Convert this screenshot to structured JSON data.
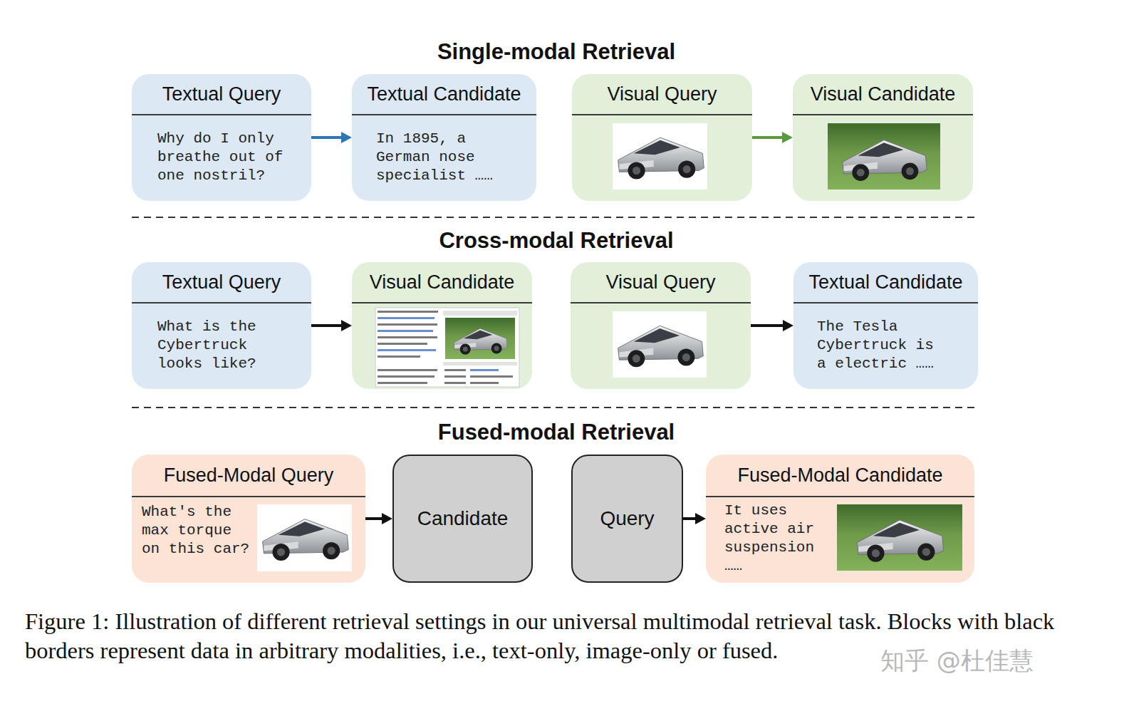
{
  "diagram": {
    "caption": "Figure 1: Illustration of different retrieval settings in our universal multimodal retrieval task. Blocks with black borders represent data in arbitrary modalities, i.e., text-only, image-only or fused.",
    "nodes": [
      {
        "text": [
          "Textual Query",
          "Why do I only breathe out of one nostril?"
        ]
      },
      {
        "text": [
          "Textual Candidate",
          "In 1895, a German nose specialist ……"
        ]
      },
      {
        "text": [
          "Visual Query"
        ]
      },
      {
        "text": [
          "Visual Candidate"
        ]
      },
      {
        "text": [
          "Textual Query",
          "What is the Cybertruck looks like?"
        ]
      },
      {
        "text": [
          "Visual Candidate"
        ]
      },
      {
        "text": [
          "Visual Query"
        ]
      },
      {
        "text": [
          "Textual Candidate",
          "The Tesla Cybertruck is a electric ……"
        ]
      },
      {
        "text": [
          "Fused-Modal Query",
          "What's the max torque on this car?"
        ]
      },
      {
        "text": [
          "Candidate"
        ]
      },
      {
        "text": [
          "Query"
        ]
      },
      {
        "text": [
          "Fused-Modal Candidate",
          "It uses active air suspension ……"
        ]
      }
    ],
    "edges": [
      {
        "from": 0,
        "to": 1,
        "arrow": "to"
      },
      {
        "from": 2,
        "to": 3,
        "arrow": "to"
      },
      {
        "from": 4,
        "to": 5,
        "arrow": "to"
      },
      {
        "from": 6,
        "to": 7,
        "arrow": "to"
      },
      {
        "from": 8,
        "to": 9,
        "arrow": "to"
      },
      {
        "from": 10,
        "to": 11,
        "arrow": "to"
      }
    ],
    "labels": [
      "Single-modal Retrieval",
      "Cross-modal Retrieval",
      "Fused-modal Retrieval",
      "知乎 @杜佳慧"
    ]
  }
}
